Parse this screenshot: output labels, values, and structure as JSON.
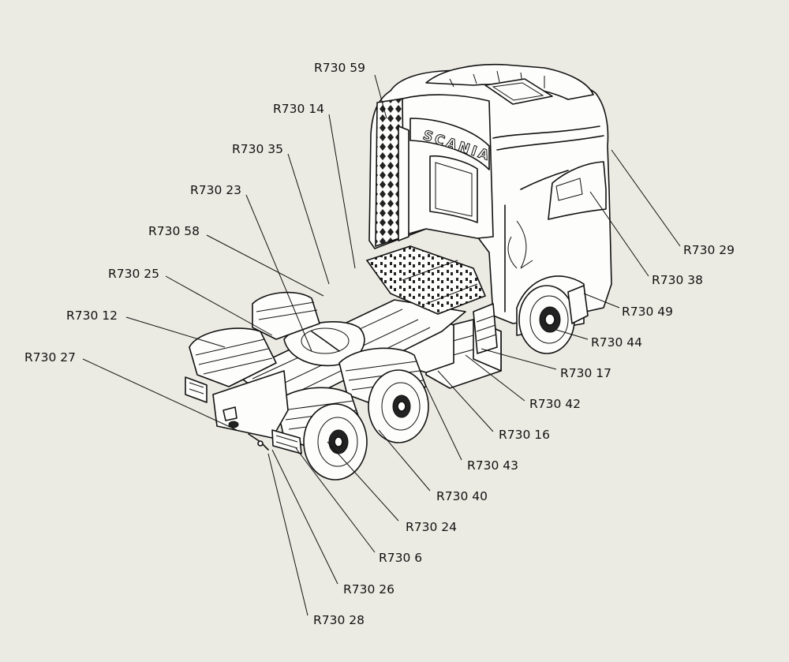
{
  "drawing": {
    "brand_text": "SCANIA",
    "callouts": [
      "R730 59",
      "R730 14",
      "R730 35",
      "R730 23",
      "R730 58",
      "R730 25",
      "R730 12",
      "R730 27",
      "R730 29",
      "R730 38",
      "R730 49",
      "R730 44",
      "R730 17",
      "R730 42",
      "R730 16",
      "R730 43",
      "R730 40",
      "R730 24",
      "R730 6",
      "R730 26",
      "R730 28"
    ]
  }
}
